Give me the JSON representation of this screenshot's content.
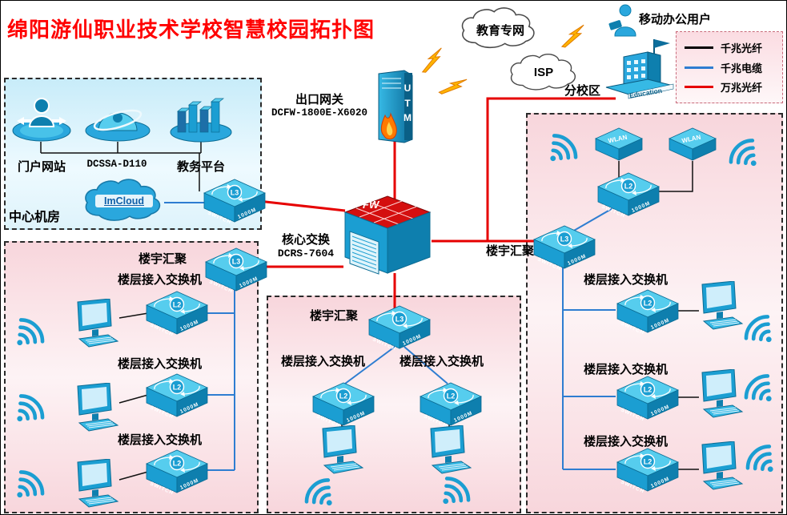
{
  "title": "绵阳游仙职业技术学校智慧校园拓扑图",
  "legend": {
    "items": [
      {
        "label": "千兆光纤",
        "color": "#000000"
      },
      {
        "label": "千兆电缆",
        "color": "#2e7dd1"
      },
      {
        "label": "万兆光纤",
        "color": "#e60000"
      }
    ]
  },
  "external": {
    "edu_cloud": "教育专网",
    "isp_cloud": "ISP",
    "mobile_user": "移动办公用户",
    "branch_campus": "分校区",
    "branch_building_text": "Education"
  },
  "gateway": {
    "name": "出口网关",
    "model": "DCFW-1800E-X6020",
    "device_text": "UTM"
  },
  "core": {
    "name": "核心交换",
    "model": "DCRS-7604",
    "fw_label": "FW"
  },
  "center_room": {
    "title": "中心机房",
    "portal": "门户网站",
    "dcssa": "DCSSA-D110",
    "edu_platform": "教务平台",
    "cloud_label": "ImCloud"
  },
  "labels": {
    "building_agg": "楼宇汇聚",
    "floor_access": "楼层接入交换机",
    "switch_line1": "SWITCH",
    "switch_line2": "1000M",
    "l2": "L2",
    "l3": "L3",
    "wlan": "WLAN"
  }
}
